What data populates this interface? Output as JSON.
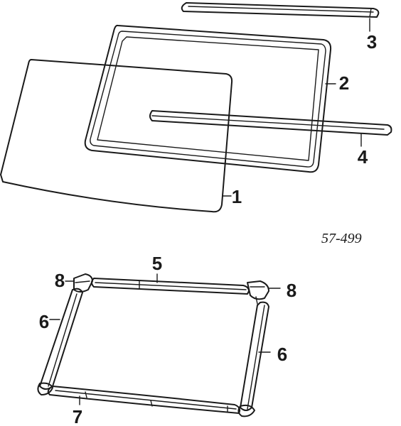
{
  "callouts": {
    "c1": "1",
    "c2": "2",
    "c3": "3",
    "c4": "4",
    "c5": "5",
    "c6a": "6",
    "c6b": "6",
    "c7": "7",
    "c8a": "8",
    "c8b": "8"
  },
  "reference_code": "57-499"
}
